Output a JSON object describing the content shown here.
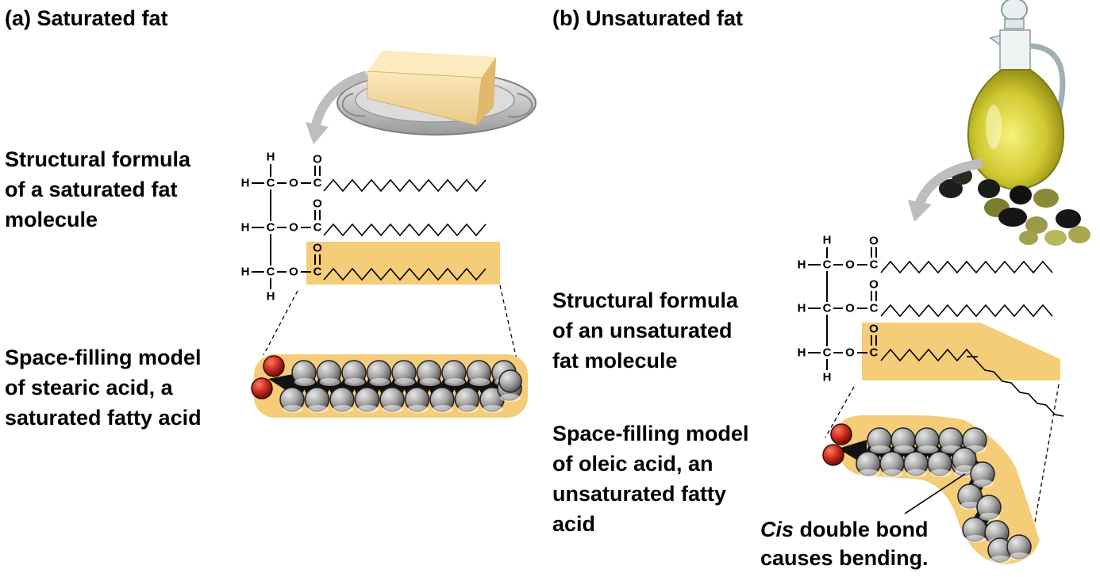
{
  "panel_a": {
    "title": "(a) Saturated fat",
    "structural_label": [
      "Structural formula",
      "of a saturated fat",
      "molecule"
    ],
    "spacefill_label": [
      "Space-filling model",
      "of stearic acid, a",
      "saturated fatty acid"
    ]
  },
  "panel_b": {
    "title": "(b) Unsaturated fat",
    "structural_label": [
      "Structural formula",
      "of an unsaturated",
      "fat molecule"
    ],
    "spacefill_label": [
      "Space-filling model",
      "of oleic acid, an",
      "unsaturated fatty",
      "acid"
    ],
    "callout_italic": "Cis",
    "callout_rest": " double bond",
    "callout_line2": "causes bending."
  },
  "atoms": {
    "H": "H",
    "C": "C",
    "O": "O"
  },
  "colors": {
    "highlight": "#f5cd78",
    "carbon": "#a6a6a6",
    "oxygen": "#cc2a1e",
    "arrow": "#b9b9b9",
    "butter": "#f4dca2",
    "oil": "#d9d640"
  }
}
